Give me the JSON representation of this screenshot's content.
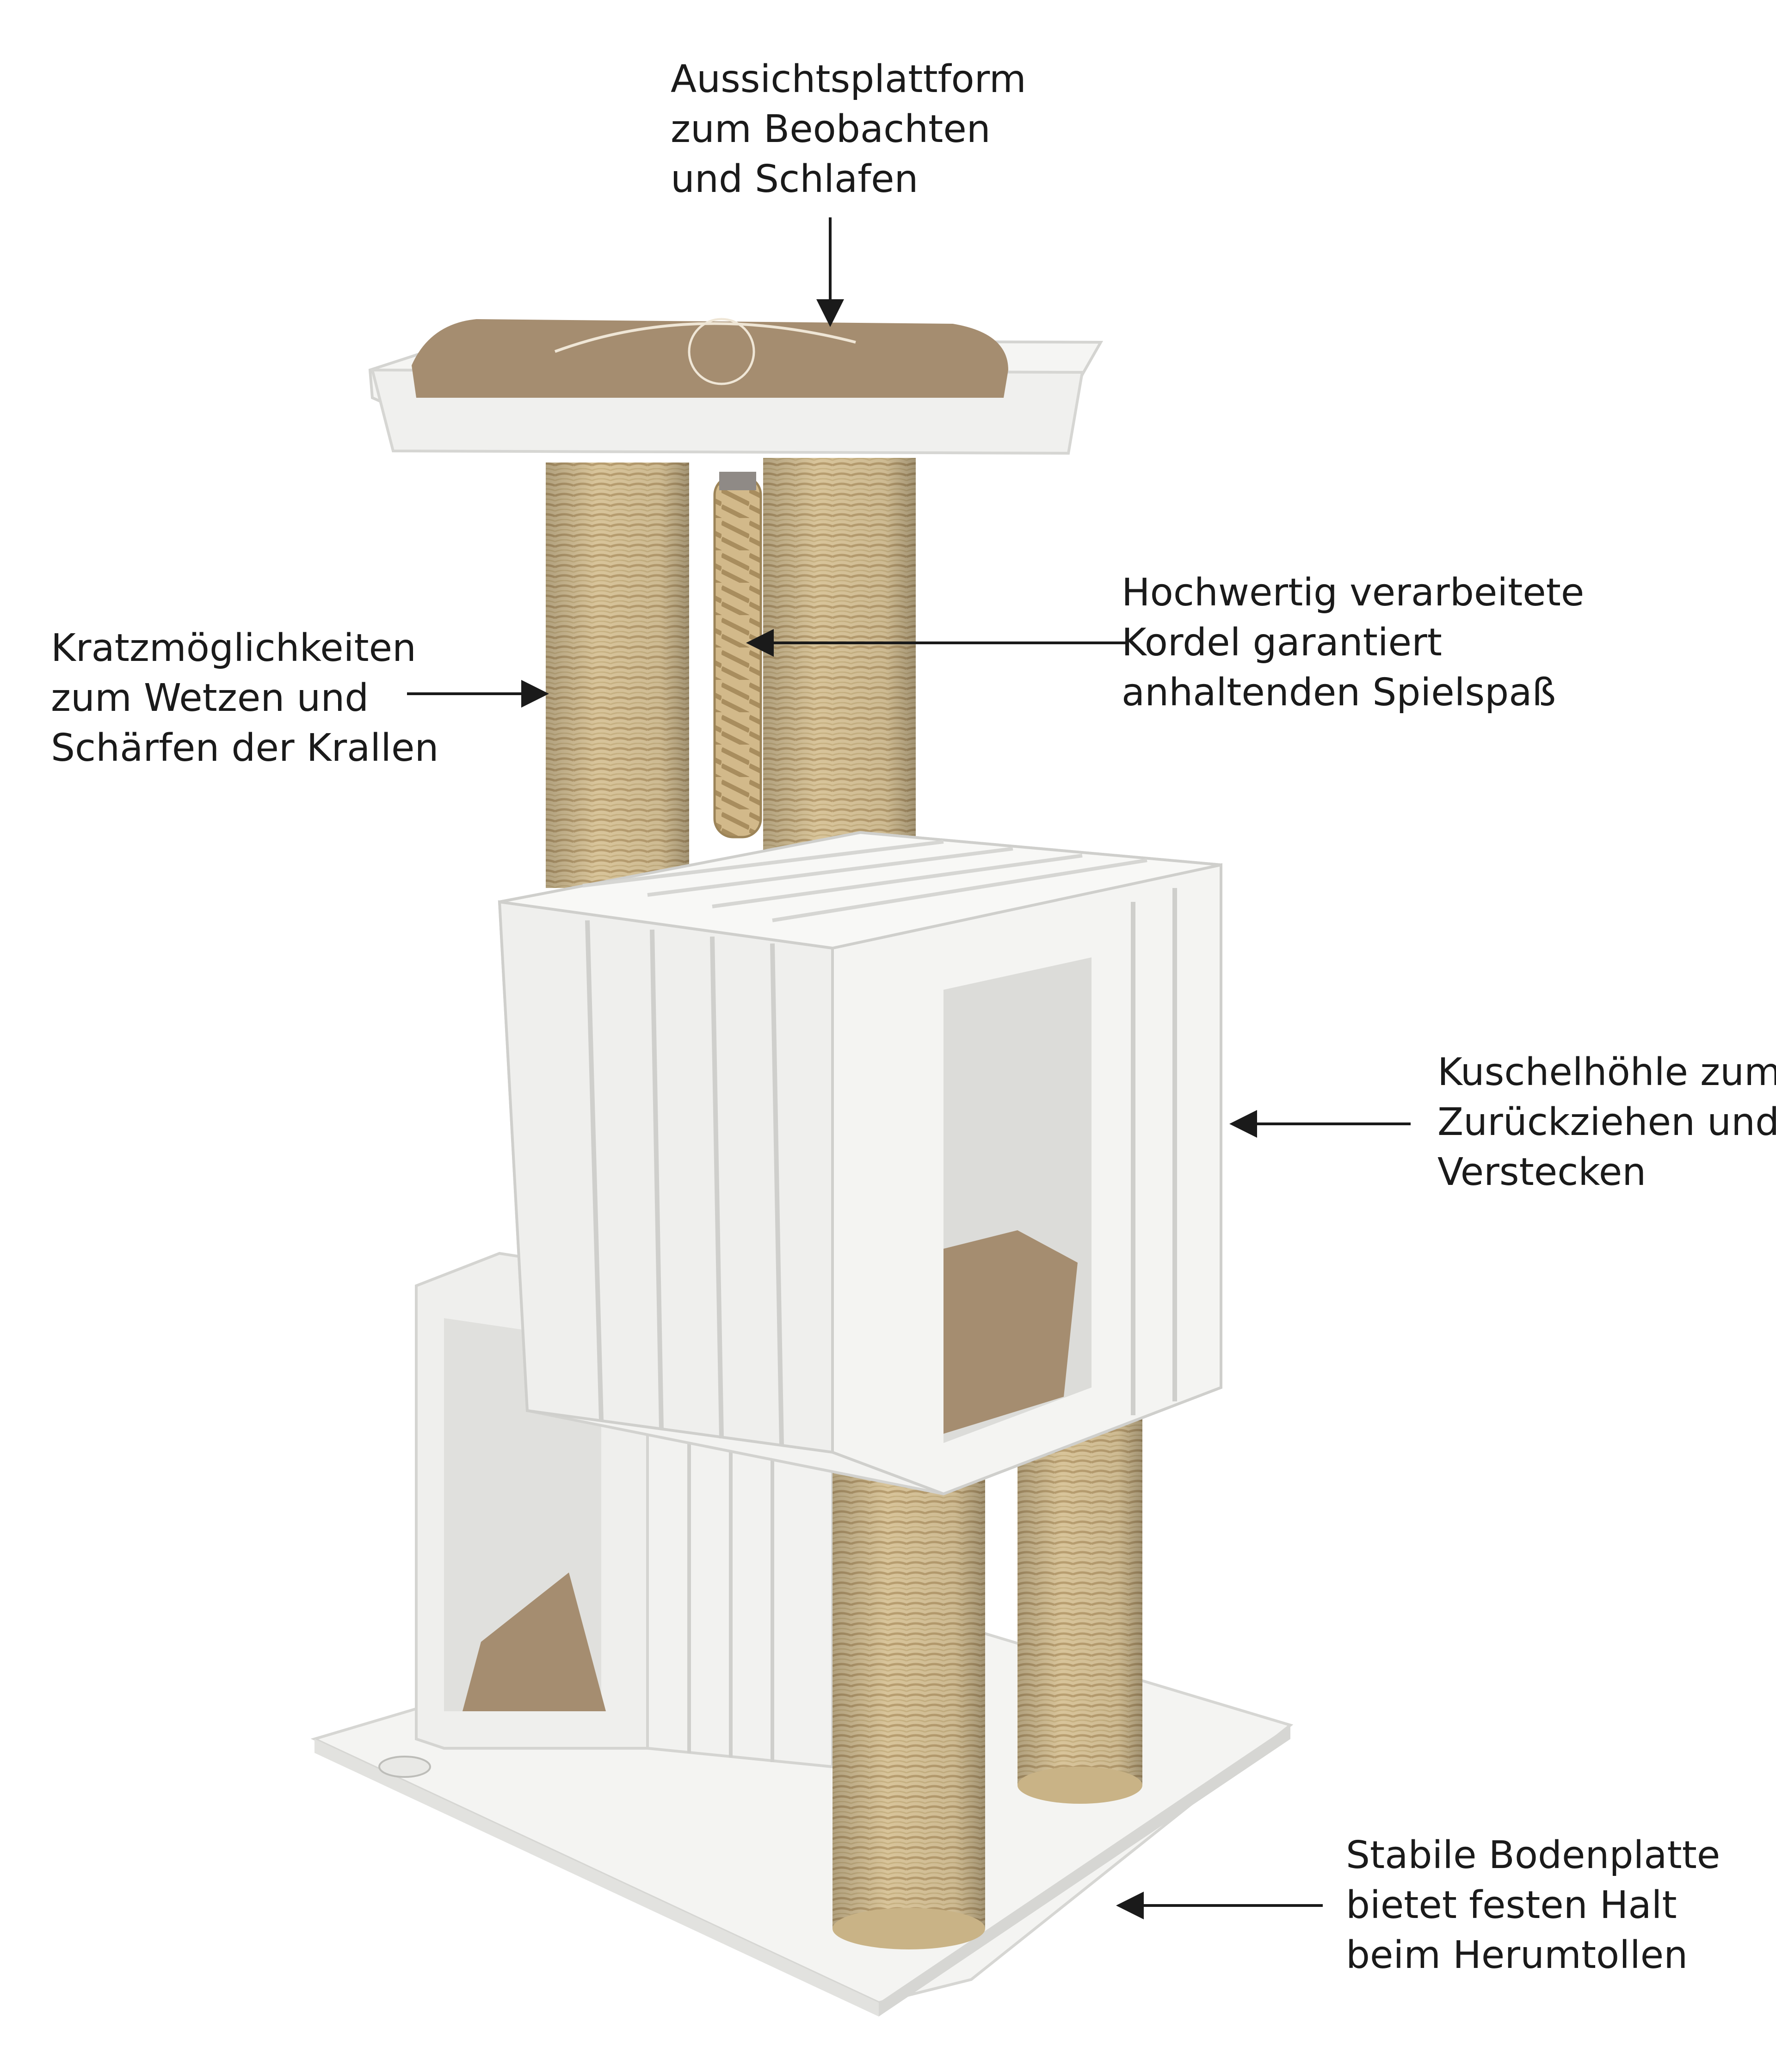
{
  "callouts": {
    "top": {
      "lines": [
        "Aussichtsplattform",
        "zum Beobachten",
        "und Schlafen"
      ]
    },
    "left": {
      "lines": [
        "Kratzmöglichkeiten",
        "zum Wetzen und",
        "Schärfen der Krallen"
      ]
    },
    "rope": {
      "lines": [
        "Hochwertig verarbeitete",
        "Kordel garantiert",
        "anhaltenden Spielspaß"
      ]
    },
    "cave": {
      "lines": [
        "Kuschelhöhle zum",
        "Zurückziehen und",
        "Verstecken"
      ]
    },
    "base": {
      "lines": [
        "Stabile Bodenplatte",
        "bietet festen Halt",
        "beim Herumtollen"
      ]
    }
  },
  "colors": {
    "wood_white": "#f3f3f1",
    "wood_shadow": "#d9d9d6",
    "sisal": "#d8c49a",
    "sisal_dark": "#b89e70",
    "cushion": "#a58d70",
    "text": "#1a1a1a"
  }
}
